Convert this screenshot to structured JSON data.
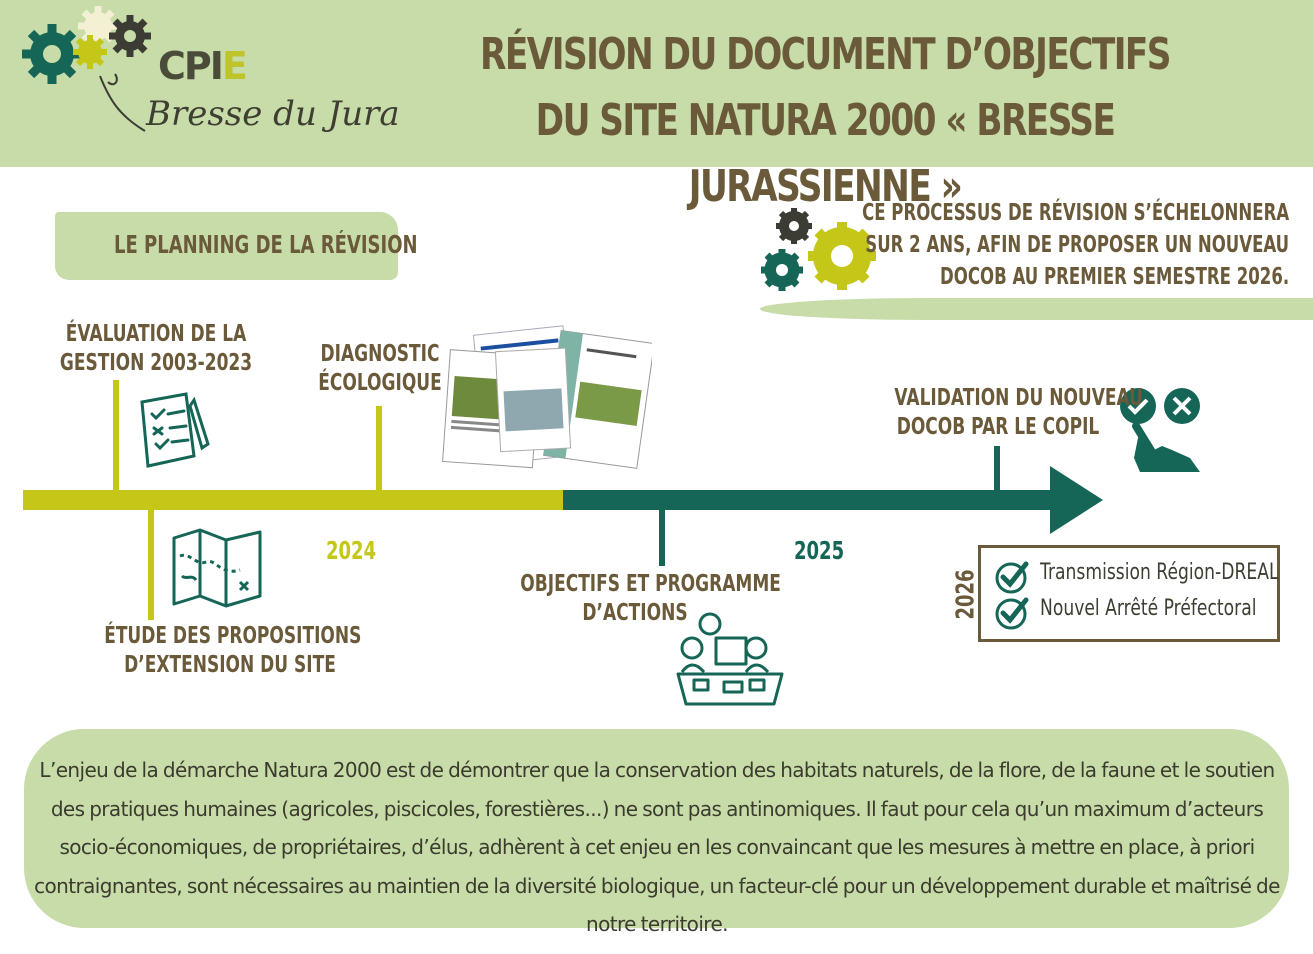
{
  "header": {
    "title_line1": "RÉVISION DU DOCUMENT D’OBJECTIFS",
    "title_line2": "DU SITE NATURA 2000 « BRESSE JURASSIENNE »",
    "logo_main": "CPI",
    "logo_accent": "E",
    "logo_sub": "Bresse du Jura"
  },
  "planning_label": "LE PLANNING DE LA RÉVISION",
  "process_note": {
    "line1": "CE PROCESSUS DE RÉVISION S’ÉCHELONNERA",
    "line2": "SUR 2 ANS, AFIN DE PROPOSER UN NOUVEAU",
    "line3": "DOCOB AU PREMIER SEMESTRE 2026."
  },
  "timeline": {
    "years": [
      "2024",
      "2025",
      "2026"
    ],
    "milestones": {
      "evaluation": [
        "ÉVALUATION DE LA",
        "GESTION 2003-2023"
      ],
      "diagnostic": [
        "DIAGNOSTIC",
        "ÉCOLOGIQUE"
      ],
      "extension": [
        "ÉTUDE DES PROPOSITIONS",
        "D’EXTENSION DU SITE"
      ],
      "objectifs": [
        "OBJECTIFS ET PROGRAMME",
        "D’ACTIONS"
      ],
      "validation": [
        "VALIDATION DU NOUVEAU",
        "DOCOB PAR LE COPIL"
      ]
    },
    "final_steps": [
      "Transmission Région-DREAL",
      "Nouvel Arrêté Préfectoral"
    ]
  },
  "bottom_text": "L’enjeu de la démarche Natura 2000 est de démontrer que la conservation des habitats naturels, de la flore, de la faune et le soutien des pratiques humaines (agricoles, piscicoles, forestières...) ne sont pas antinomiques. Il faut pour cela qu’un maximum d’acteurs socio-économiques, de propriétaires, d’élus, adhèrent à cet enjeu en les convaincant que les mesures à mettre en place, à priori contraignantes, sont nécessaires au maintien de la diversité biologique, un facteur-clé pour un développement durable et maîtrisé de notre territoire.",
  "colors": {
    "light_green": "#c7dca8",
    "lime": "#c4c718",
    "teal": "#156656",
    "brown": "#6b5a3a"
  }
}
